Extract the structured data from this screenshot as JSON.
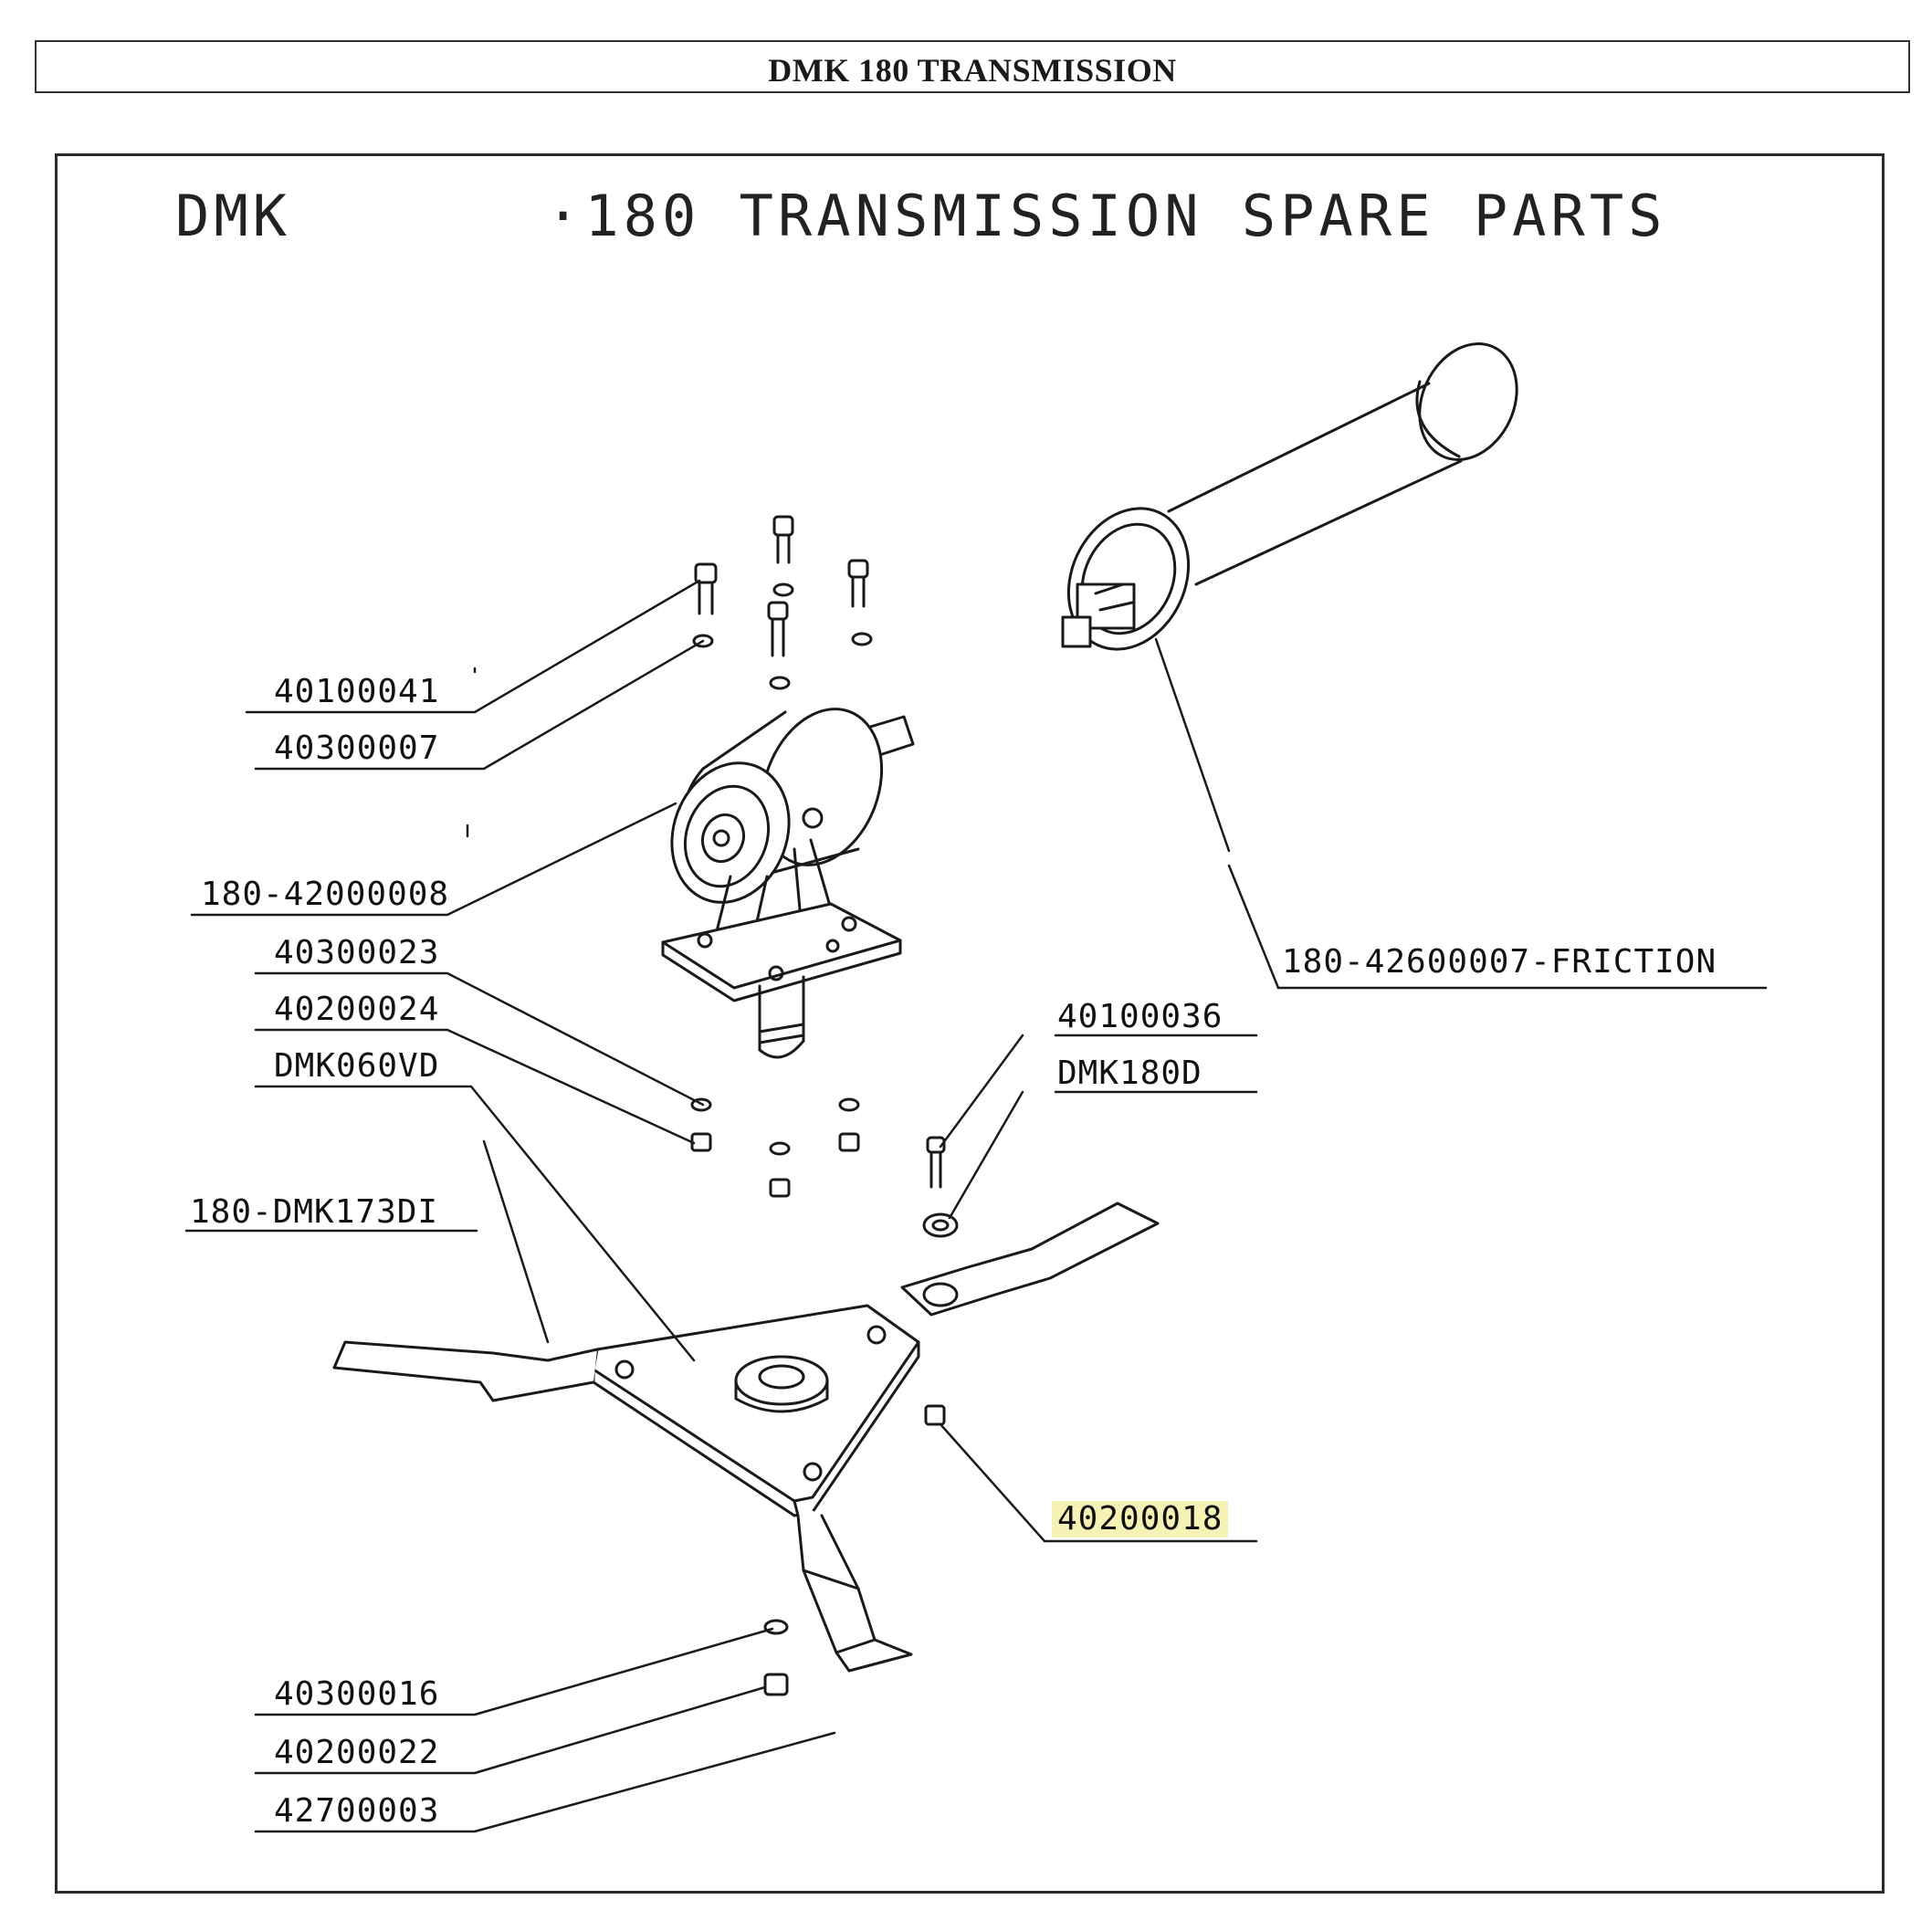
{
  "header": {
    "title": "DMK 180 TRANSMISSION"
  },
  "drawing": {
    "brand": "DMK",
    "title": "·180 TRANSMISSION SPARE PARTS"
  },
  "labels": {
    "p40100041": "40100041",
    "p40300007": "40300007",
    "p180_42000008": "180-42000008",
    "p40300023": "40300023",
    "p40200024": "40200024",
    "pDMK060VD": "DMK060VD",
    "p180_DMK173DI": "180-DMK173DI",
    "p40100036": "40100036",
    "pDMK180D": "DMK180D",
    "p180_42600007": "180-42600007-FRICTION",
    "p40200018": "40200018",
    "p40300016": "40300016",
    "p40200022": "40200022",
    "p42700003": "42700003"
  },
  "colors": {
    "ink": "#1a1a1a",
    "highlight": "#f6f2b5",
    "paper": "#ffffff"
  }
}
